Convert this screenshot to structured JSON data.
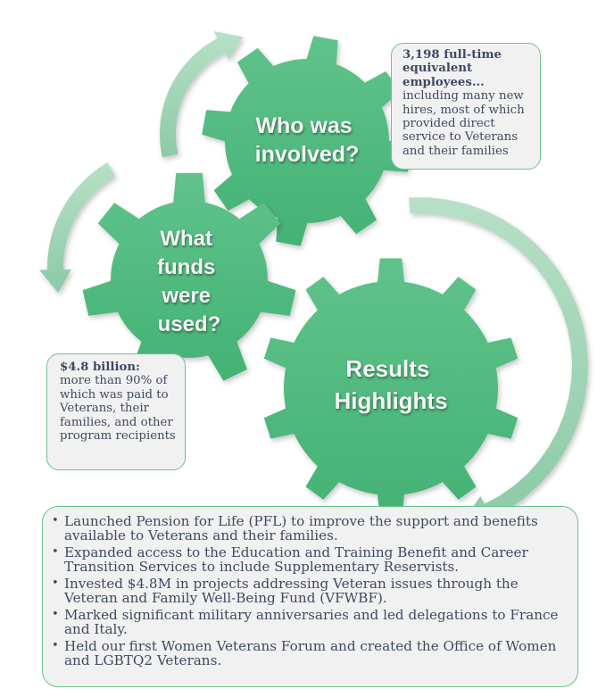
{
  "colors": {
    "gear_green": "#4cb87b",
    "arrow_green": "#a9d8bb",
    "box_border": "#6cc28e",
    "box_bg": "#f1f1f1",
    "text_dark": "#3d4a62"
  },
  "gears": {
    "who": {
      "label_lines": [
        "Who was",
        "involved?"
      ]
    },
    "funds": {
      "label_lines": [
        "What",
        "funds",
        "were",
        "used?"
      ]
    },
    "results": {
      "label_lines": [
        "Results",
        "Highlights"
      ]
    }
  },
  "arrows": [
    "arrow-top",
    "arrow-left",
    "arrow-right"
  ],
  "staff_box": {
    "lead": "3,198 full-time equivalent employees...",
    "text": "including many new hires, most of which provided direct service to Veterans and their families"
  },
  "funds_box": {
    "lead": "$4.8 billion:",
    "text": "more than 90% of which was paid to Veterans, their families, and other program recipients"
  },
  "results_box": {
    "items": [
      "Launched Pension for Life (PFL) to improve the support and benefits available to Veterans and their families.",
      "Expanded access to the Education and Training Benefit and Career Transition Services to include Supplementary Reservists.",
      "Invested $4.8M in projects addressing Veteran issues through the Veteran and Family Well-Being Fund (VFWBF).",
      "Marked significant military anniversaries and led delegations to France and Italy.",
      "Held our first Women Veterans Forum and created the Office of Women and LGBTQ2 Veterans."
    ]
  }
}
